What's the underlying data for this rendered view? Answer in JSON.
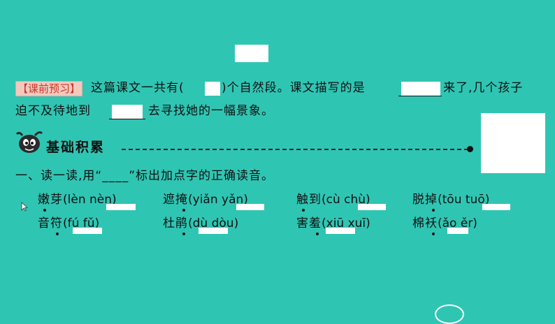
{
  "header": {
    "tag_label": "【课前预习】",
    "line1_part1": "这篇课文一共有(",
    "line1_part2": ")个自然段。课文描写的是",
    "line1_part3": "来了,几个孩子",
    "line2_part1": "迫不及待地到",
    "line2_part2": "去寻找她的一幅景象。"
  },
  "section": {
    "title": "基础积累"
  },
  "question": {
    "title": "一、读一读,用“____”标出加点字的正确读音。"
  },
  "words": [
    {
      "hanzi": "嫩芽",
      "opts": "(lèn  nèn)"
    },
    {
      "hanzi": "遮掩",
      "opts": "(yiǎn  yǎn)"
    },
    {
      "hanzi": "触到",
      "opts": "(cù  chù)"
    },
    {
      "hanzi": "脱掉",
      "opts": "(tōu  tuō)"
    },
    {
      "hanzi": "音符",
      "opts": "(fú  fǔ)"
    },
    {
      "hanzi": "杜鹃",
      "opts": "(dù  dòu)"
    },
    {
      "hanzi": "害羞",
      "opts": "(xiū  xuī)"
    },
    {
      "hanzi": "棉袄",
      "opts": "(ǎo  ěr)"
    }
  ],
  "colors": {
    "background": "#2fc5b3",
    "tag_bg": "#f2c9bd",
    "tag_text": "#c8392b"
  },
  "icons": [
    "mascot-icon",
    "cursor-icon"
  ]
}
